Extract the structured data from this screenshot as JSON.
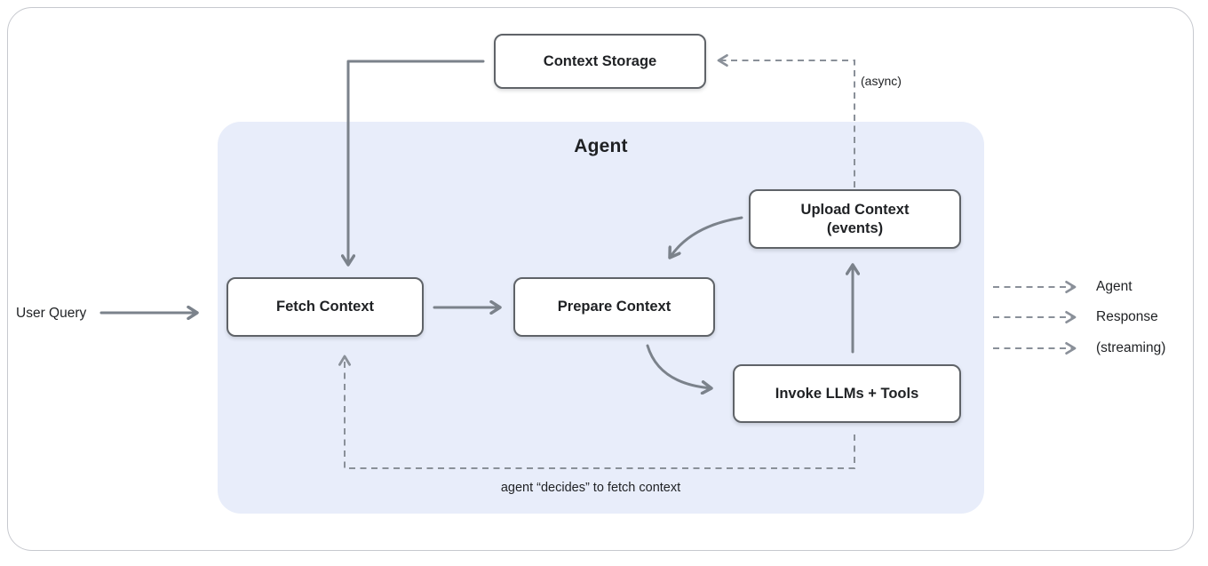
{
  "colors": {
    "agent_fill": "#e8edfa",
    "box_border": "#5f6368",
    "box_fill": "#ffffff",
    "arrow_solid": "#7b828b",
    "arrow_dashed": "#8a9099",
    "text": "#1f2124",
    "outer_border": "#c7c9cf"
  },
  "container": {
    "title": "Agent"
  },
  "nodes": {
    "context_storage": {
      "label": "Context Storage"
    },
    "fetch_context": {
      "label": "Fetch Context"
    },
    "prepare_context": {
      "label": "Prepare Context"
    },
    "upload_context": {
      "label": "Upload Context",
      "sublabel": "(events)"
    },
    "invoke_llms_tools": {
      "label": "Invoke LLMs + Tools"
    }
  },
  "annotations": {
    "user_query": "User Query",
    "async": "(async)",
    "decides": "agent “decides” to fetch context"
  },
  "legend": {
    "lines": [
      "Agent",
      "Response",
      "(streaming)"
    ]
  }
}
